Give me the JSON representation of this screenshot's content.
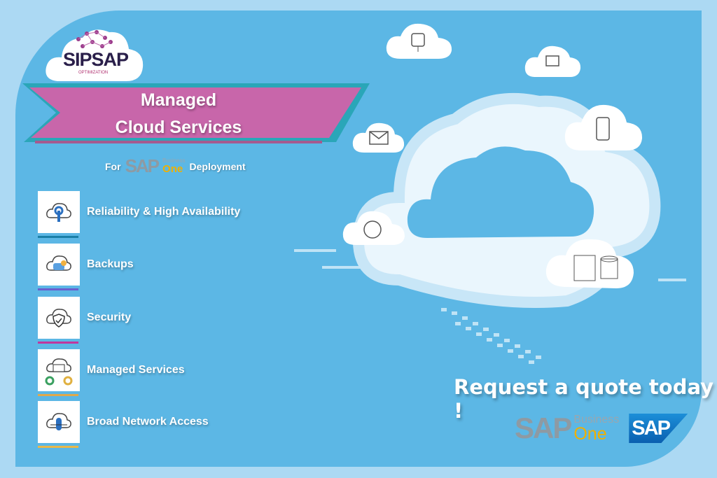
{
  "brand": {
    "logo_text": "SIPSAP",
    "logo_tagline": "OPTIMIZATION"
  },
  "banner": {
    "line1": "Managed",
    "line2": "Cloud Services"
  },
  "subtitle": {
    "prefix": "For",
    "sap": "SAP",
    "business": "Business",
    "one": "One",
    "suffix": "Deployment"
  },
  "features": [
    {
      "label": "Reliability & High Availability",
      "icon": "cloud-wrench-icon",
      "bar_color": "#1a7fa8"
    },
    {
      "label": "Backups",
      "icon": "cloud-backup-icon",
      "bar_color": "#6a5fcf"
    },
    {
      "label": "Security",
      "icon": "cloud-shield-icon",
      "bar_color": "#c0379e"
    },
    {
      "label": "Managed Services",
      "icon": "cloud-gears-icon",
      "bar_color": "#e0a84a"
    },
    {
      "label": "Broad Network Access",
      "icon": "cloud-network-icon",
      "bar_color": "#e8b84a"
    }
  ],
  "cta": "Request a quote today !",
  "footer_logos": {
    "sap_b1_sap": "SAP",
    "sap_b1_business": "Business",
    "sap_b1_one": "One",
    "sap": "SAP"
  },
  "colors": {
    "background": "#5cb7e5",
    "border": "#acd9f3",
    "banner": "#c866aa",
    "banner_edge": "#2aa6b8"
  }
}
